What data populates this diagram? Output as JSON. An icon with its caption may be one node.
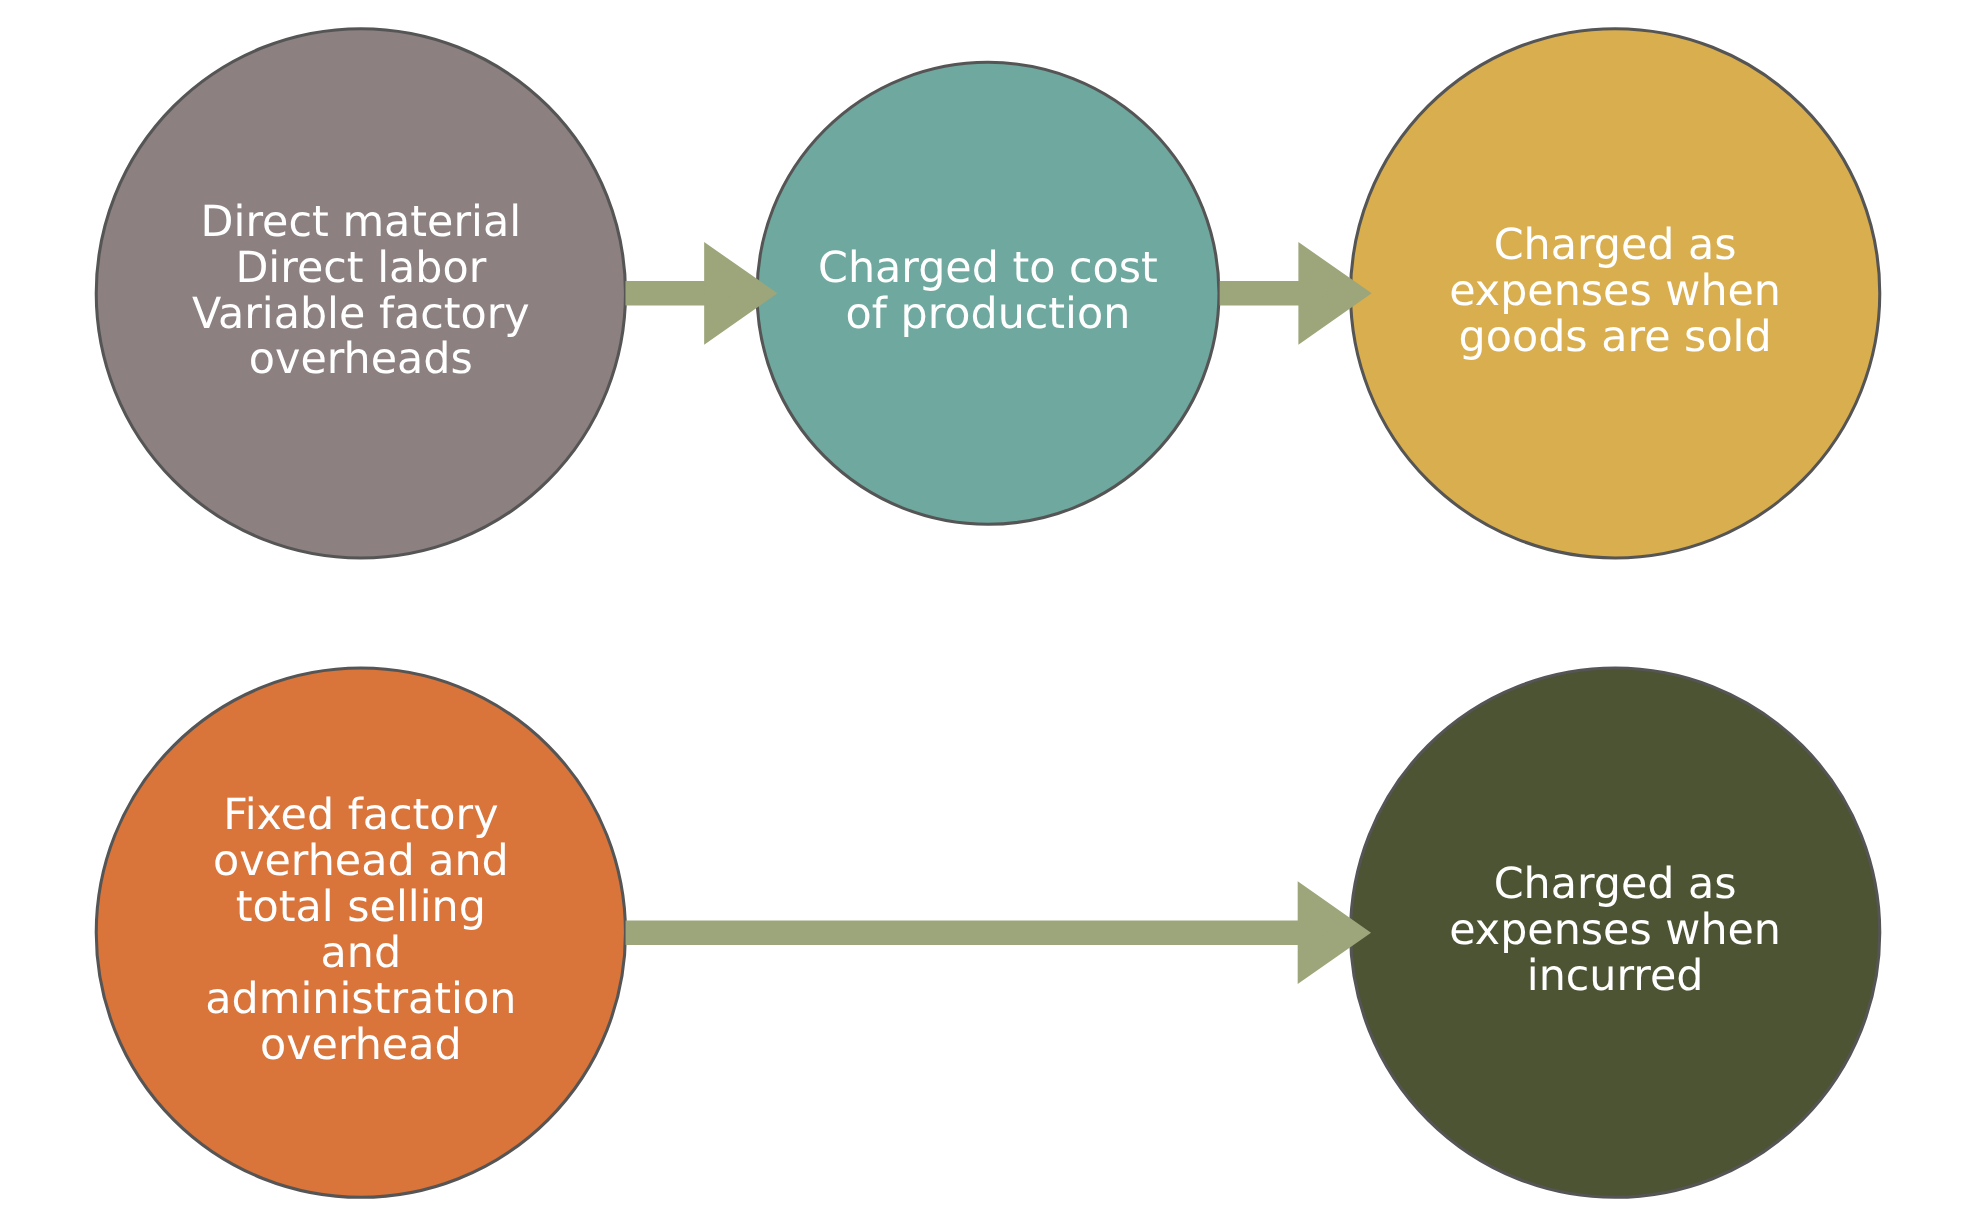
{
  "diagram": {
    "nodes": [
      {
        "text": [
          "Direct material Direct labor Variable factory overheads"
        ]
      },
      {
        "text": [
          "Charged to cost of production"
        ]
      },
      {
        "text": [
          "Charged as expenses when goods are sold"
        ]
      },
      {
        "text": [
          "Fixed factory overhead and total selling and administration overhead"
        ]
      },
      {
        "text": [
          "Charged as expenses when incurred"
        ]
      }
    ],
    "edges": [
      {
        "from": 0,
        "to": 1,
        "arrow": "to"
      },
      {
        "from": 1,
        "to": 2,
        "arrow": "to"
      },
      {
        "from": 3,
        "to": 4,
        "arrow": "to"
      }
    ]
  }
}
